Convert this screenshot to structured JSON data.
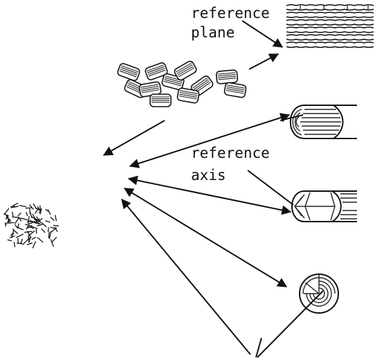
{
  "labels": {
    "reference_plane_1": "reference",
    "reference_plane_2": "plane",
    "reference_axis_1": "reference",
    "reference_axis_2": "axis"
  },
  "colors": {
    "ink": "#111111",
    "background": "#ffffff"
  },
  "icons": [
    "random-domains-icon",
    "stacked-plates-icon",
    "layered-plane-icon",
    "rolled-cylinder-icon",
    "radial-cylinder-icon",
    "concentric-sphere-icon"
  ]
}
